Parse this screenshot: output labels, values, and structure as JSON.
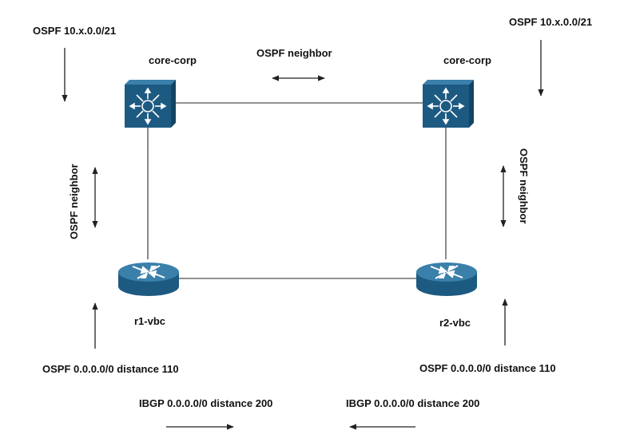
{
  "devices": {
    "switch_left": {
      "label": "core-corp",
      "icon": "multilayer-switch-icon"
    },
    "switch_right": {
      "label": "core-corp",
      "icon": "multilayer-switch-icon"
    },
    "router_left": {
      "label": "r1-vbc",
      "icon": "router-icon"
    },
    "router_right": {
      "label": "r2-vbc",
      "icon": "router-icon"
    }
  },
  "annotations": {
    "route_top_left": "OSPF 10.x.0.0/21",
    "route_top_right": "OSPF 10.x.0.0/21",
    "neighbor_top": "OSPF neighbor",
    "neighbor_left": "OSPF neighbor",
    "neighbor_right": "OSPF neighbor",
    "default_left": "OSPF 0.0.0.0/0 distance 110",
    "default_right": "OSPF 0.0.0.0/0 distance 110",
    "ibgp_left": "IBGP 0.0.0.0/0 distance 200",
    "ibgp_right": "IBGP 0.0.0.0/0 distance 200"
  },
  "colors": {
    "device_fill": "#1d5a82",
    "device_light": "#3a80ab",
    "link": "#6d6d6d"
  }
}
